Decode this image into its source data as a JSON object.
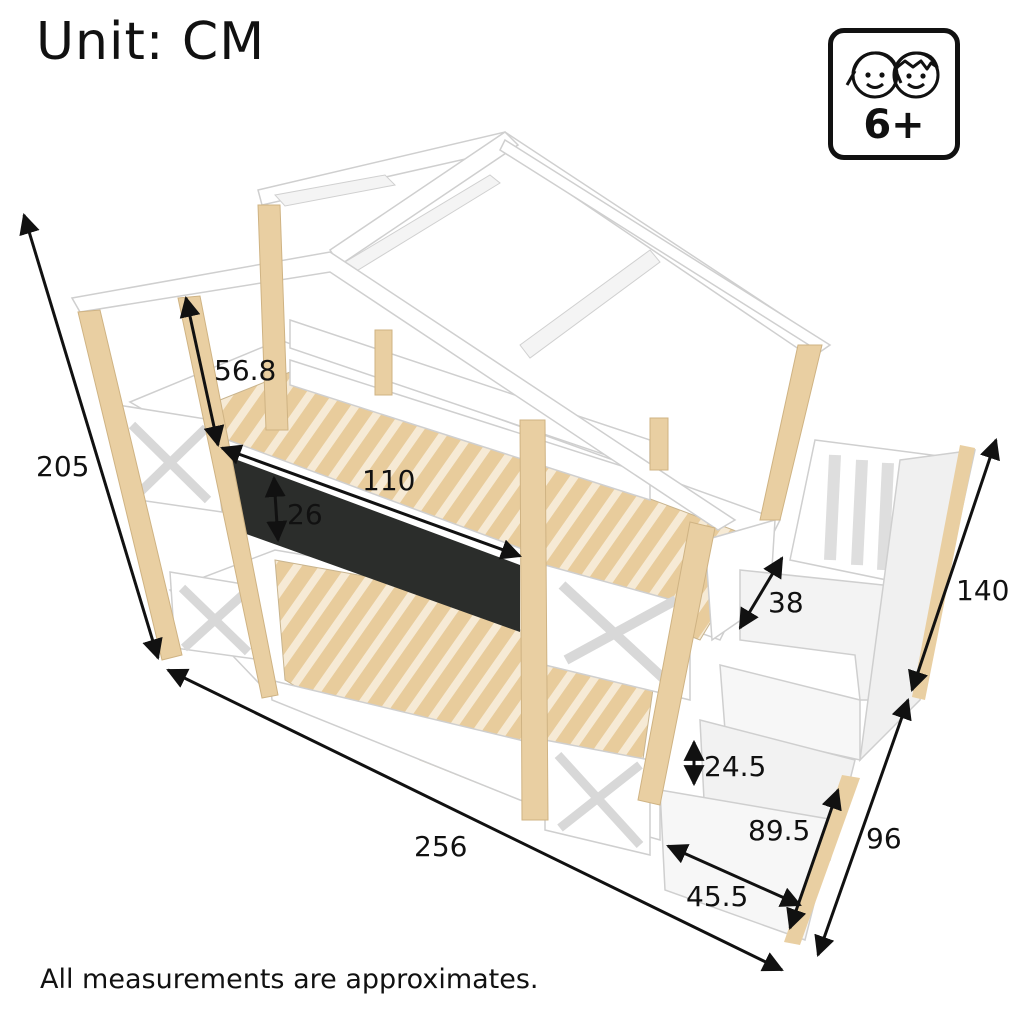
{
  "title": "Unit: CM",
  "footnote": "All measurements are approximates.",
  "age_badge": {
    "label": "6+",
    "icon": "kids-faces-icon"
  },
  "dimensions": {
    "total_height": "205",
    "total_length": "256",
    "width": "140",
    "stairs_width": "96",
    "roof_post_height": "56.8",
    "guardrail_length": "110",
    "guardrail_height": "26",
    "stairs_depth": "38",
    "step_height": "24.5",
    "stairs_height": "89.5",
    "step_width": "45.5"
  },
  "colors": {
    "wood": "#e9cfa2",
    "white": "#ffffff",
    "board": "#2b2d2b",
    "ink": "#111111"
  }
}
